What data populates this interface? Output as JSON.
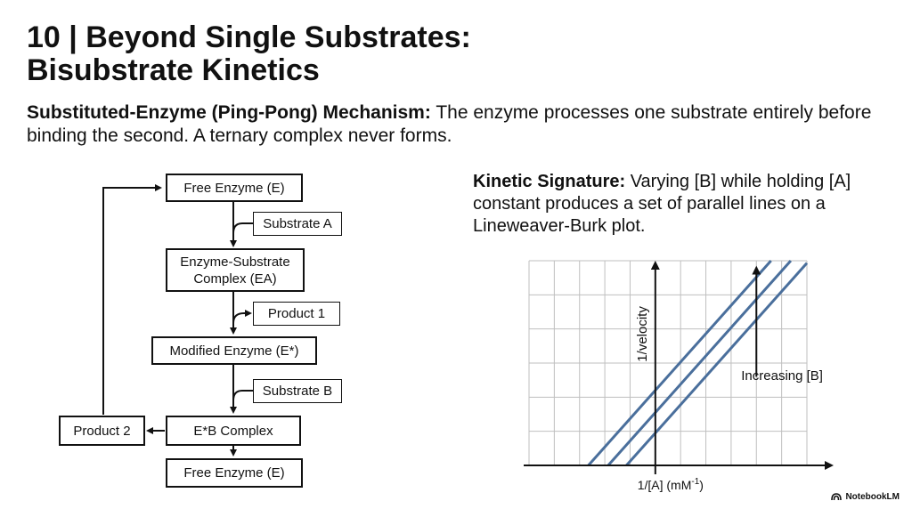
{
  "slide": {
    "title_line1": "10 | Beyond Single Substrates:",
    "title_line2": "Bisubstrate Kinetics",
    "subtitle_bold": "Substituted-Enzyme (Ping-Pong) Mechanism:",
    "subtitle_text": " The enzyme processes one substrate entirely before binding the second. A ternary complex never forms.",
    "signature_bold": "Kinetic Signature:",
    "signature_text": " Varying [B] while holding [A] constant produces a set of parallel lines on a Lineweaver-Burk plot."
  },
  "flow": {
    "free_enzyme_top": "Free Enzyme (E)",
    "substrate_a": "Substrate A",
    "es_complex_line1": "Enzyme-Substrate",
    "es_complex_line2": "Complex (EA)",
    "product_1": "Product 1",
    "modified_enzyme": "Modified Enzyme (E*)",
    "substrate_b": "Substrate B",
    "eb_complex": "E*B Complex",
    "product_2": "Product 2",
    "free_enzyme_bottom": "Free Enzyme (E)"
  },
  "chart_data": {
    "type": "line",
    "xlabel": "1/[A] (mM",
    "xlabel_sup": "-1",
    "xlabel_end": ")",
    "ylabel": "1/velocity",
    "annotation": "Increasing [B]",
    "xlim": [
      -5,
      6
    ],
    "ylim": [
      0,
      6
    ],
    "slope": 0.83,
    "series": [
      {
        "intercept": 2.2
      },
      {
        "intercept": 1.55
      },
      {
        "intercept": 0.95
      }
    ],
    "line_color": "#4a6f9c",
    "grid": true
  },
  "brand": {
    "name": "NotebookLM"
  }
}
